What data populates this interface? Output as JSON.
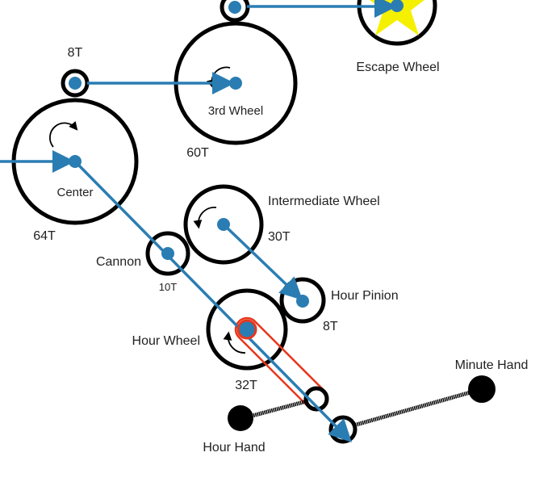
{
  "labels": {
    "escape_wheel": "Escape Wheel",
    "third_wheel": "3rd Wheel",
    "third_wheel_teeth": "60T",
    "third_pinion_teeth": "8T",
    "center": "Center",
    "center_teeth": "64T",
    "intermediate_wheel": "Intermediate Wheel",
    "intermediate_teeth": "30T",
    "cannon": "Cannon",
    "cannon_teeth": "10T",
    "hour_pinion": "Hour Pinion",
    "hour_pinion_teeth": "8T",
    "hour_wheel": "Hour Wheel",
    "hour_wheel_teeth": "32T",
    "hour_hand": "Hour Hand",
    "minute_hand": "Minute Hand"
  },
  "colors": {
    "axle": "#2a7db3",
    "escape_star": "#f5f000",
    "hour_tube": "#e8361c"
  }
}
